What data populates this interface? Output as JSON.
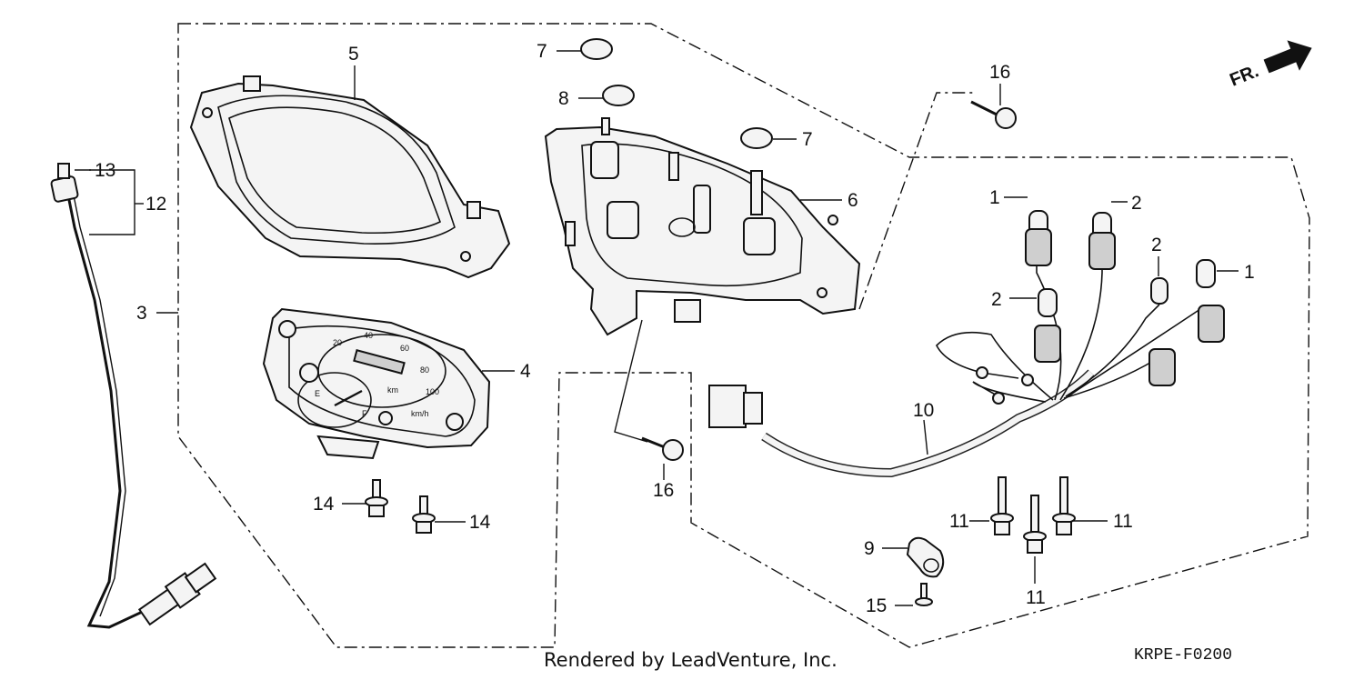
{
  "orientation": {
    "label": "FR.",
    "icon": "front-arrow-icon"
  },
  "callouts": [
    "1",
    "2",
    "3",
    "4",
    "5",
    "6",
    "7",
    "8",
    "9",
    "10",
    "11",
    "12",
    "13",
    "14",
    "15",
    "16"
  ],
  "gauge_face": {
    "speed_ticks": [
      "20",
      "40",
      "60",
      "80",
      "100"
    ],
    "unit": "km",
    "unit_secondary": "km/h",
    "fuel_empty": "E",
    "fuel_full": "F"
  },
  "footer": {
    "rendered_by": "Rendered by LeadVenture, Inc.",
    "diagram_code": "KRPE-F0200"
  }
}
